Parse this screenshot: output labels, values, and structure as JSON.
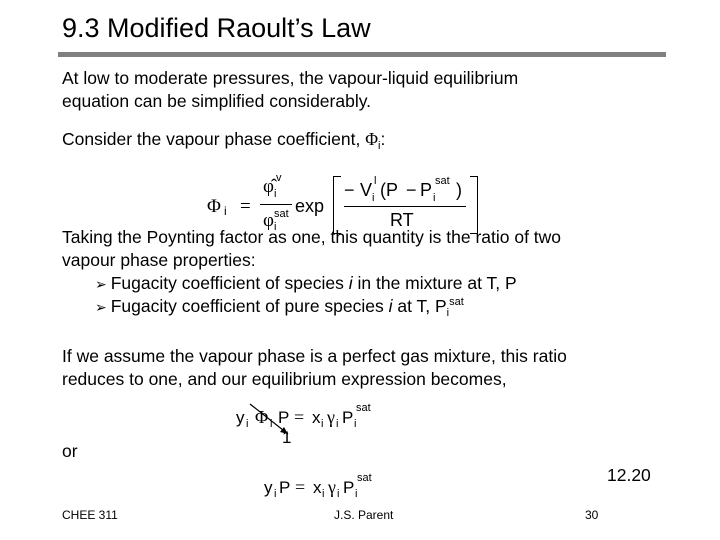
{
  "slide": {
    "title": "9.3 Modified Raoult’s Law",
    "para1_line1": "At low to moderate pressures, the vapour-liquid equilibrium",
    "para1_line2": "equation can be simplified considerably.",
    "para2_text": "Consider the vapour phase coefficient, ",
    "para2_symbol": "Φ",
    "para2_sub": "i",
    "para2_end": ":",
    "eq1": {
      "lhs_symbol": "Φ",
      "lhs_sub": "i",
      "equals": "=",
      "num_symbol": "φ̂",
      "num_sub": "i",
      "num_sup": "v",
      "den_symbol": "φ",
      "den_sub": "i",
      "den_sup": "sat",
      "exp": "exp",
      "exp_minus": "−",
      "exp_V": "V",
      "exp_V_sub": "i",
      "exp_V_sup": "l",
      "exp_paren_open": "(P",
      "exp_minus2": "−",
      "exp_P": "P",
      "exp_P_sub": "i",
      "exp_P_sup": "sat",
      "exp_paren_close": ")",
      "exp_den": "RT"
    },
    "para3_line1": "Taking the Poynting factor as one, this quantity is the ratio of two",
    "para3_line2": "vapour phase properties:",
    "bullet_marker": "➢",
    "bullet1_text": "Fugacity coefficient of species ",
    "bullet1_i": "i",
    "bullet1_end": " in the mixture at T, P",
    "bullet2_text": "Fugacity coefficient of pure species ",
    "bullet2_i": "i",
    "bullet2_end": " at T, P",
    "bullet2_sub": "i",
    "bullet2_sup": "sat",
    "para4_line1": "If we assume the vapour phase is a perfect gas mixture, this ratio",
    "para4_line2": "reduces to one, and our equilibrium expression becomes,",
    "eq2": {
      "y": "y",
      "y_sub": "i",
      "phi": "Φ",
      "phi_sub": "i",
      "P": "P",
      "equals": "=",
      "x": "x",
      "x_sub": "i",
      "gamma": "γ",
      "gamma_sub": "i",
      "Psat": "P",
      "Psat_sub": "i",
      "Psat_sup": "sat",
      "one": "1"
    },
    "or_text": "or",
    "eq_number": "12.20",
    "eq3": {
      "y": "y",
      "y_sub": "i",
      "P": "P",
      "equals": "=",
      "x": "x",
      "x_sub": "i",
      "gamma": "γ",
      "gamma_sub": "i",
      "Psat": "P",
      "Psat_sub": "i",
      "Psat_sup": "sat"
    }
  },
  "footer": {
    "course": "CHEE 311",
    "author": "J.S. Parent",
    "page": "30"
  }
}
